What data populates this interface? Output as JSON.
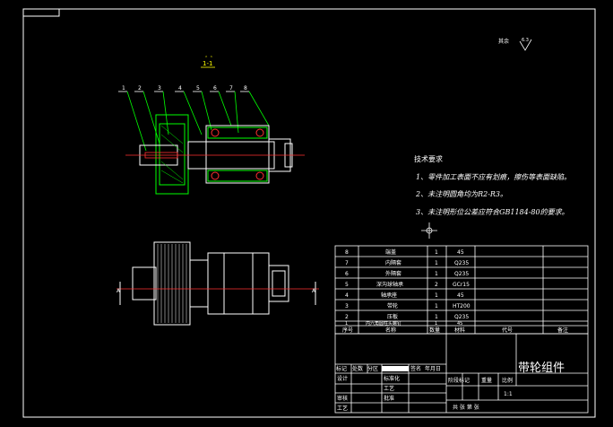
{
  "drawing": {
    "section_label": "1-1",
    "surface_note": "其余",
    "surface_symbol": "6.3",
    "tech_req_title": "技术要求",
    "tech_req": [
      "1、零件加工表面不应有划痕，擦伤等表面缺陷。",
      "2、未注明圆角均为R2-R3。",
      "3、未注明形位公差应符合GB1184-80的要求。"
    ],
    "section_mark_left": "A",
    "section_mark_right": "A"
  },
  "bom": {
    "rows": [
      {
        "no": "8",
        "name": "端盖",
        "qty": "1",
        "material": "45"
      },
      {
        "no": "7",
        "name": "内隔套",
        "qty": "1",
        "material": "Q235"
      },
      {
        "no": "6",
        "name": "外隔套",
        "qty": "1",
        "material": "Q235"
      },
      {
        "no": "5",
        "name": "深沟球轴承",
        "qty": "2",
        "material": "GCr15"
      },
      {
        "no": "4",
        "name": "轴承座",
        "qty": "1",
        "material": "45"
      },
      {
        "no": "3",
        "name": "带轮",
        "qty": "1",
        "material": "HT200"
      },
      {
        "no": "2",
        "name": "压板",
        "qty": "1",
        "material": "Q235"
      },
      {
        "no": "1",
        "name": "内六角圆柱头螺钉",
        "qty": "1",
        "material": "45"
      }
    ],
    "headers": {
      "no": "序号",
      "name": "名称",
      "qty": "数量",
      "material": "材料",
      "code": "代号",
      "note": "备注"
    }
  },
  "title_block": {
    "title": "带轮组件",
    "mark": "标记",
    "count": "处数",
    "zone": "分区",
    "sign": "签名",
    "ymd": "年月日",
    "design": "设计",
    "standard": "标准化",
    "craft": "工艺",
    "review": "审核",
    "approve": "批准",
    "process": "工艺",
    "stage": "阶段标记",
    "weight": "重量",
    "scale": "比例",
    "scale_val": "1:1",
    "sheets": "共 张 第 张"
  }
}
